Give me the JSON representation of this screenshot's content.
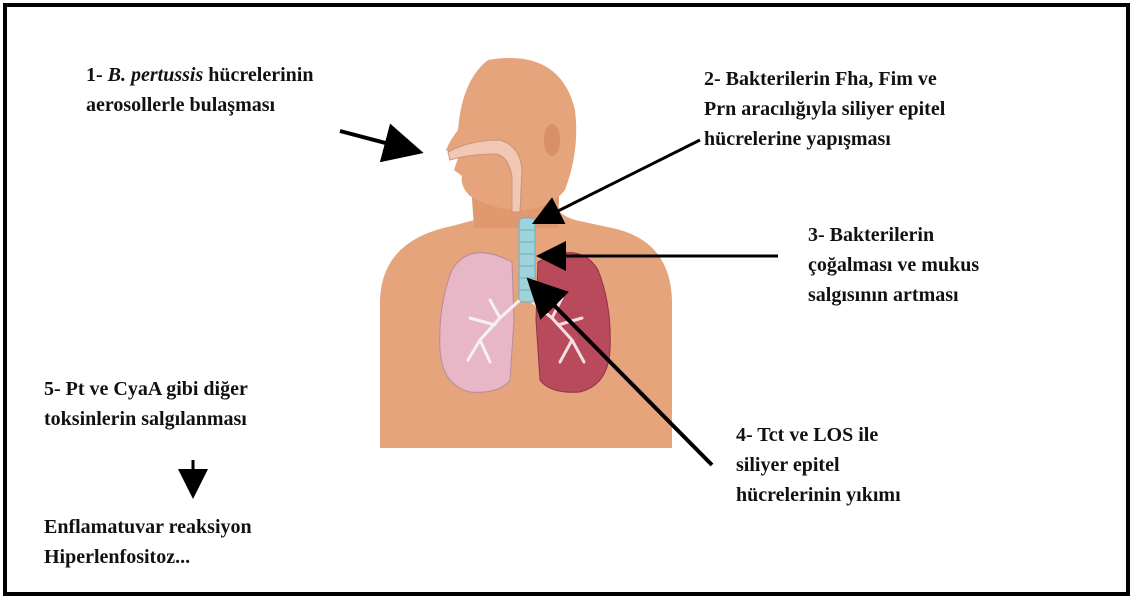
{
  "colors": {
    "skin": "#e6a47c",
    "skin_shadow": "#d98f67",
    "airway": "#f2c8b4",
    "trachea": "#9fd3dc",
    "lung_left": "#e7b7c8",
    "lung_right": "#b94a5c",
    "arrow": "#000000",
    "frame": "#000000"
  },
  "labels": {
    "step1": {
      "num": "1-",
      "italic": "B. pertussis",
      "rest": "hücrelerinin",
      "line2": "aerosollerle bulaşması"
    },
    "step2": {
      "line1": "2- Bakterilerin Fha, Fim ve",
      "line2": "Prn aracılığıyla siliyer epitel",
      "line3": "hücrelerine yapışması"
    },
    "step3": {
      "line1": "3- Bakterilerin",
      "line2": "çoğalması ve mukus",
      "line3": "salgısının artması"
    },
    "step4": {
      "line1": "4- Tct ve LOS ile",
      "line2": "siliyer epitel",
      "line3": "hücrelerinin yıkımı"
    },
    "step5": {
      "line1": "5- Pt ve CyaA gibi diğer",
      "line2": "toksinlerin salgılanması"
    },
    "outcome": {
      "line1": "Enflamatuvar reaksiyon",
      "line2": "Hiperlenfositoz..."
    }
  }
}
